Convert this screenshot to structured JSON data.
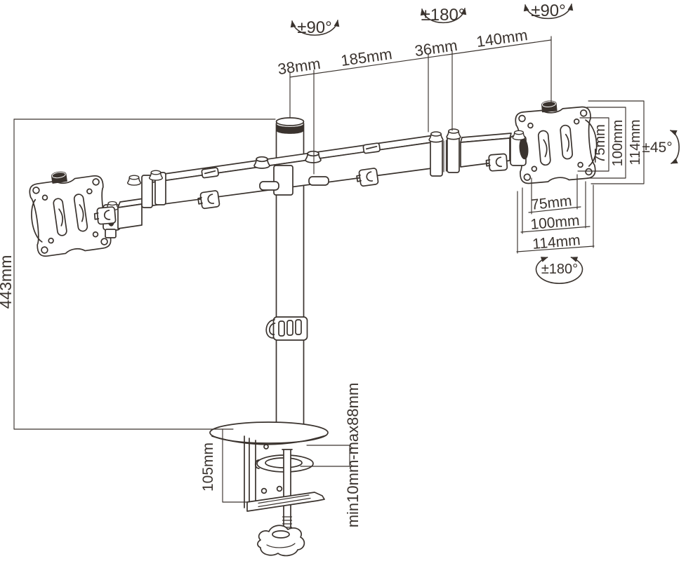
{
  "diagram": {
    "ink": "#3a332e",
    "top_dimensions": {
      "pole_offset": "38mm",
      "arm_left": "185mm",
      "elbow": "36mm",
      "arm_right": "140mm"
    },
    "rotations": {
      "pole_swivel": "±90°",
      "elbow_swivel": "±180°",
      "vesa_swivel": "±90°",
      "tilt": "±45°",
      "screen_rotate": "±180°"
    },
    "vesa_vertical": {
      "inner": "75mm",
      "middle": "100mm",
      "outer": "114mm"
    },
    "vesa_horizontal": {
      "inner": "75mm",
      "middle": "100mm",
      "outer": "114mm"
    },
    "pole_height": "443mm",
    "clamp_height": "105mm",
    "desk_thickness_range": "min10mm-max88mm"
  }
}
